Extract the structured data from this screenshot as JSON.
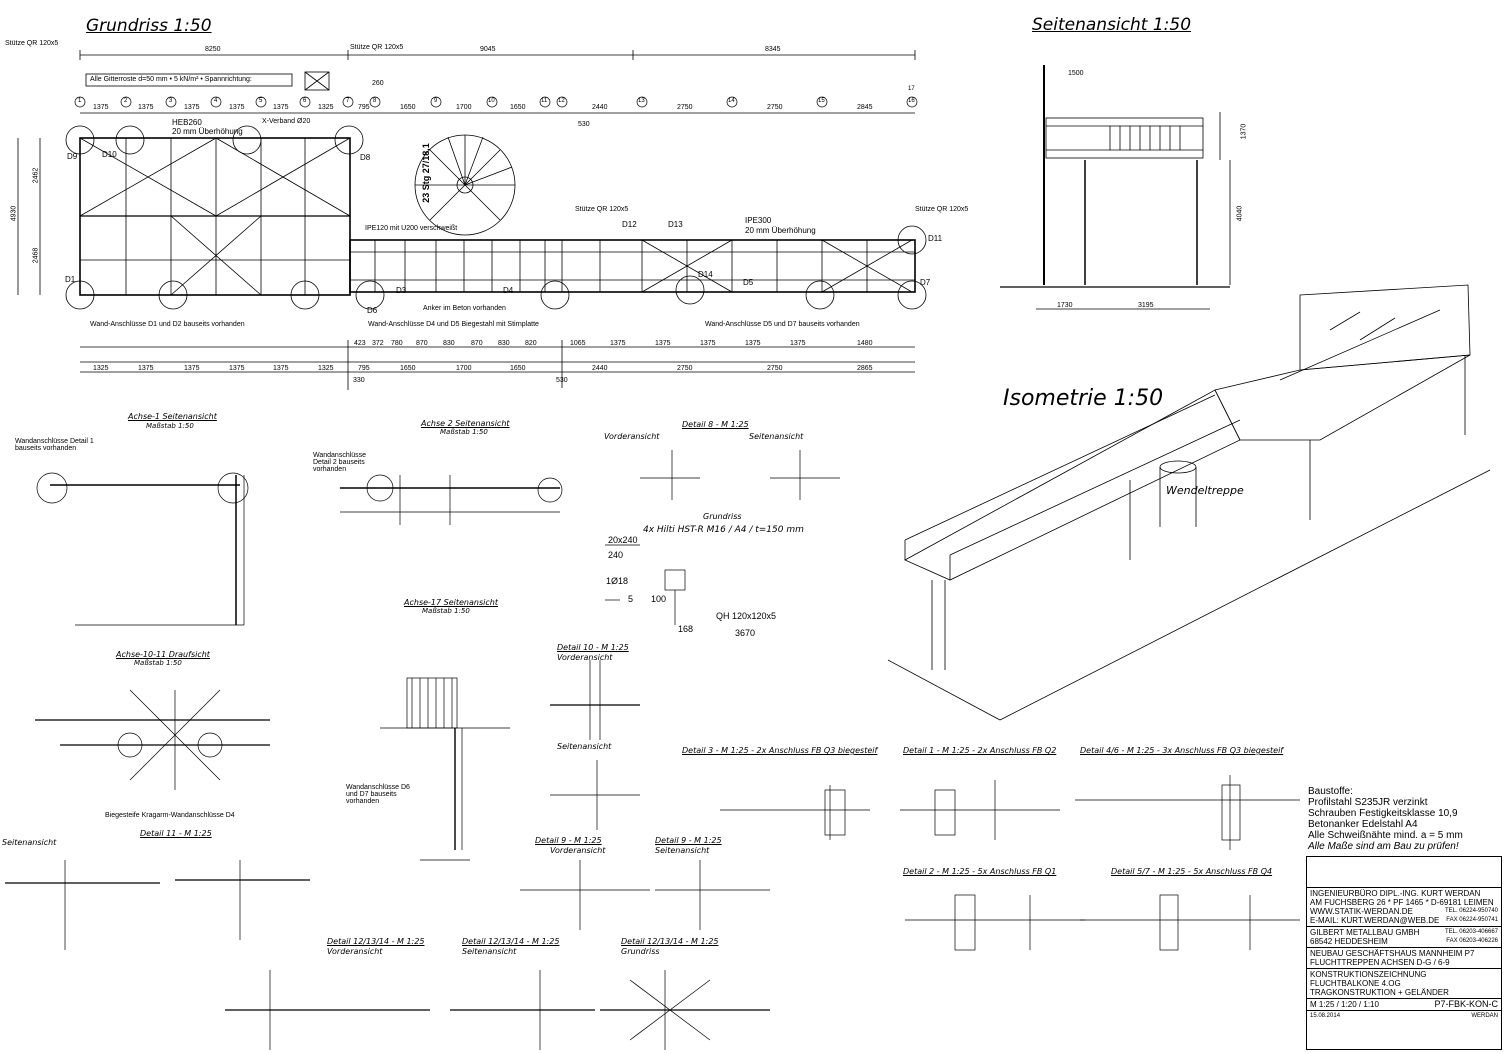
{
  "views": {
    "grundriss": "Grundriss 1:50",
    "seitenansicht": "Seitenansicht 1:50",
    "isometrie": "Isometrie 1:50",
    "wendeltreppe": "Wendeltreppe"
  },
  "plan": {
    "top_dims": [
      "8250",
      "9045",
      "8345"
    ],
    "axis_dims": [
      "1375",
      "1375",
      "1375",
      "1375",
      "1375",
      "1325",
      "795",
      "1650",
      "1700",
      "1650",
      "2440",
      "2750",
      "2750",
      "2845"
    ],
    "bottom_dims": [
      "1325",
      "1375",
      "1375",
      "1375",
      "1375",
      "1325",
      "795",
      "1650",
      "1700",
      "1650",
      "2440",
      "2750",
      "2750",
      "2865"
    ],
    "sub_dims": [
      "423",
      "372",
      "780",
      "870",
      "830",
      "870",
      "830",
      "820",
      "1065",
      "1375",
      "1375",
      "1375",
      "1375",
      "1375",
      "1480"
    ],
    "side_dims": [
      "4930",
      "2462",
      "2468"
    ],
    "extra_dims": [
      "260",
      "530",
      "330",
      "530"
    ],
    "axes": [
      "1",
      "2",
      "3",
      "4",
      "5",
      "6",
      "7",
      "8",
      "9",
      "10",
      "11",
      "12",
      "13",
      "14",
      "15",
      "16",
      "17"
    ],
    "labels": {
      "stuetze_left": "Stütze QR 120x5",
      "stuetze_mid": "Stütze QR 120x5",
      "stuetze_c": "Stütze QR 120x5",
      "stuetze_right": "Stütze QR 120x5",
      "gitterroste": "Alle Gitterroste d=50 mm • 5 kN/m² • Spannrichtung:",
      "heb260": "HEB260",
      "ueberhoehung": "20 mm Überhöhung",
      "verband": "X-Verband Ø20",
      "stairs": "23 Stg 27/18,1",
      "ipe300": "IPE300",
      "ueberhoehung2": "20 mm Überhöhung",
      "u200": "IPE120 mit U200 verschweißt",
      "wand_left": "Wand-Anschlüsse D1 und D2 bauseits vorhanden",
      "wand_mid": "Wand-Anschlüsse D4 und D5 Biegestahl mit Stirnplatte",
      "wand_right": "Wand-Anschlüsse D5 und D7 bauseits vorhanden",
      "anker": "Anker im Beton vorhanden",
      "d8": "D8",
      "d1": "D1",
      "d6": "D6",
      "d7": "D7",
      "d10": "D10",
      "d11": "D11",
      "d12": "D12",
      "d13": "D13",
      "d14": "D14",
      "d3": "D3",
      "d4": "D4",
      "d5": "D5",
      "d9": "D9"
    }
  },
  "side_view": {
    "dims": [
      "1500",
      "1370",
      "4040",
      "1730",
      "3195"
    ]
  },
  "details": {
    "achse1": "Achse-1 Seitenansicht",
    "achse1_scale": "Maßstab 1:50",
    "achse1_note": "Wandanschlüsse Detail 1 bauseits vorhanden",
    "achse2": "Achse 2 Seitenansicht",
    "achse2_scale": "Maßstab 1:50",
    "achse2_note": "Wandanschlüsse Detail 2 bauseits vorhanden",
    "achse17": "Achse-17 Seitenansicht",
    "achse17_scale": "Maßstab 1:50",
    "achse17_note": "Wandanschlüsse D6 und D7 bauseits vorhanden",
    "achse1011": "Achse-10-11 Draufsicht",
    "achse1011_scale": "Maßstab 1:50",
    "achse1011_note": "Biegesteife Kragarm-Wandanschlüsse D4",
    "detail8": "Detail 8 - M 1:25",
    "vorderansicht": "Vorderansicht",
    "seitenansicht": "Seitenansicht",
    "grundriss": "Grundriss",
    "hilti": "4x Hilti HST-R M16 / A4 / t=150 mm",
    "plate": "20x240",
    "p240": "240",
    "p18": "1Ø18",
    "p5": "5",
    "p100": "100",
    "p168": "168",
    "qh": "QH 120x120x5",
    "qh_len": "3670",
    "detail10": "Detail 10 - M 1:25",
    "detail10_sub": "Vorderansicht",
    "seitenansicht2": "Seitenansicht",
    "detail3": "Detail 3 - M 1:25 - 2x Anschluss FB Q3 biegesteif",
    "detail1": "Detail 1 - M 1:25 - 2x Anschluss FB Q2",
    "detail46": "Detail 4/6 - M 1:25 - 3x Anschluss FB Q3 biegesteif",
    "detail2": "Detail 2 - M 1:25 - 5x Anschluss FB Q1",
    "detail57": "Detail 5/7 - M 1:25 - 5x Anschluss FB Q4",
    "seitenansicht3": "Seitenansicht",
    "detail11": "Detail 11 - M 1:25",
    "detail9a": "Detail 9 - M 1:25",
    "detail9a_sub": "Vorderansicht",
    "detail9b": "Detail 9 - M 1:25",
    "detail9b_sub": "Seitenansicht",
    "detail12a": "Detail 12/13/14 - M 1:25",
    "detail12a_sub": "Vorderansicht",
    "detail12b": "Detail 12/13/14 - M 1:25",
    "detail12b_sub": "Seitenansicht",
    "detail12c": "Detail 12/13/14 - M 1:25",
    "detail12c_sub": "Grundriss"
  },
  "materials": {
    "heading": "Baustoffe:",
    "lines": [
      "Profilstahl S235JR verzinkt",
      "Schrauben Festigkeitsklasse 10,9",
      "Betonanker Edelstahl A4",
      "Alle Schweißnähte mind. a = 5 mm",
      "Alle Maße sind am Bau zu prüfen!"
    ]
  },
  "title_block": {
    "engineer": [
      "INGENIEURBÜRO DIPL.-ING. KURT WERDAN",
      "AM FUCHSBERG 26 * PF 1465 * D-69181 LEIMEN",
      "WWW.STATIK-WERDAN.DE",
      "E-MAIL: KURT.WERDAN@WEB.DE"
    ],
    "tel1": "TEL. 06224-950740",
    "fax1": "FAX 06224-950741",
    "client": [
      "GILBERT METALLBAU GMBH",
      "68542 HEDDESHEIM"
    ],
    "tel2": "TEL. 06203-406667",
    "fax2": "FAX 06203-406226",
    "project": [
      "NEUBAU GESCHÄFTSHAUS MANNHEIM P7",
      "FLUCHTTREPPEN ACHSEN D-G / 6-9"
    ],
    "drawing": [
      "KONSTRUKTIONSZEICHNUNG",
      "FLUCHTBALKONE 4.OG",
      "TRAGKONSTRUKTION + GELÄNDER"
    ],
    "scale": "M 1:25 / 1:20 / 1:10",
    "number": "P7-FBK-KON-C",
    "date": "15.08.2014",
    "author": "WERDAN"
  }
}
